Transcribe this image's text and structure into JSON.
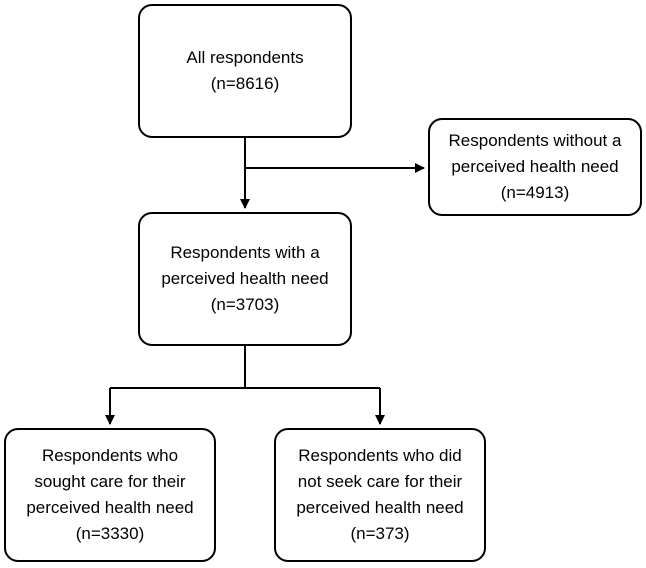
{
  "nodes": {
    "all": {
      "lines": [
        "All respondents",
        "(n=8616)"
      ]
    },
    "without_need": {
      "lines": [
        "Respondents without a",
        "perceived health need",
        "(n=4913)"
      ]
    },
    "with_need": {
      "lines": [
        "Respondents with a",
        "perceived health need",
        "(n=3703)"
      ]
    },
    "sought_care": {
      "lines": [
        "Respondents who",
        "sought care for their",
        "perceived health need",
        "(n=3330)"
      ]
    },
    "not_sought_care": {
      "lines": [
        "Respondents who did",
        "not seek care for their",
        "perceived health need",
        "(n=373)"
      ]
    }
  },
  "colors": {
    "stroke": "#000000",
    "fill": "#ffffff",
    "text": "#000000"
  }
}
